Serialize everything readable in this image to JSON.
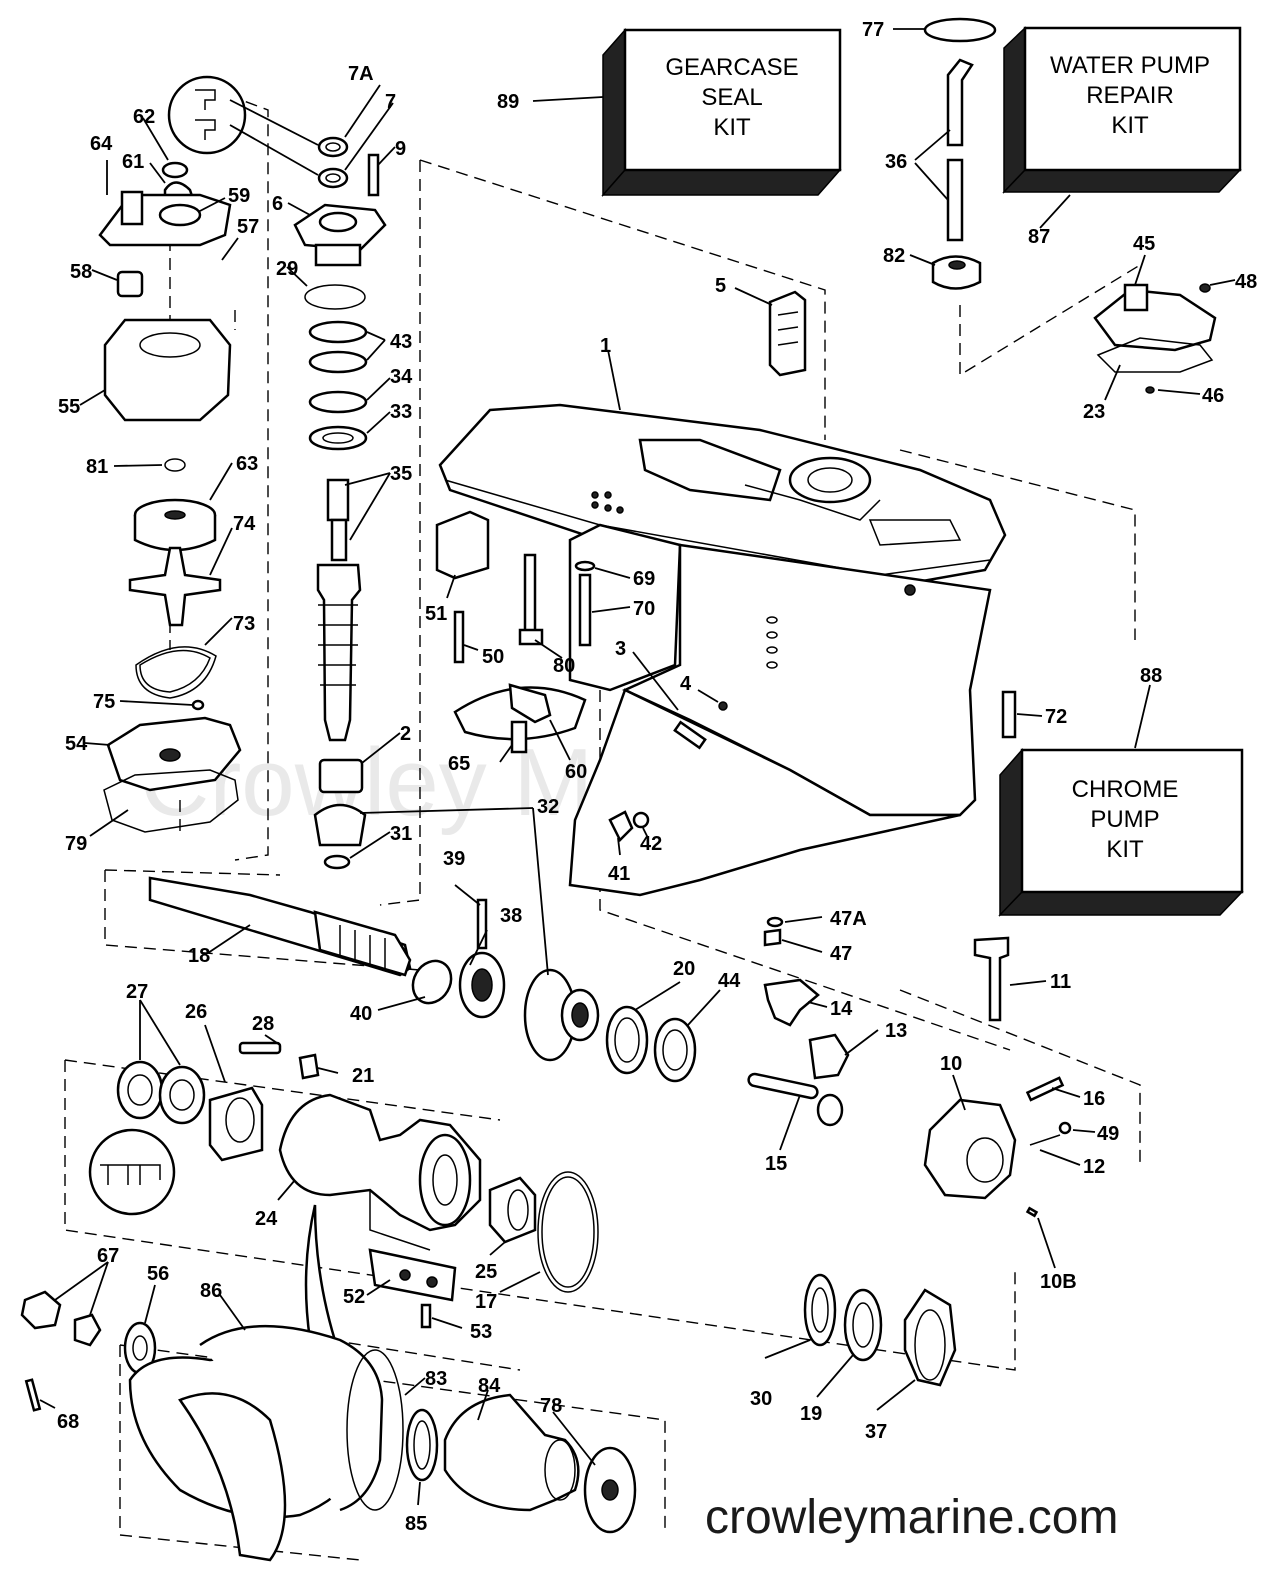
{
  "kits": {
    "gearcase": [
      "GEARCASE",
      "SEAL",
      "KIT"
    ],
    "waterpump": [
      "WATER PUMP",
      "REPAIR",
      "KIT"
    ],
    "chrome": [
      "CHROME",
      "PUMP",
      "KIT"
    ]
  },
  "watermark": "Crowley Marine",
  "site": "crowleymarine.com",
  "labels": {
    "l1": "1",
    "l2": "2",
    "l3": "3",
    "l4": "4",
    "l5": "5",
    "l6": "6",
    "l7": "7",
    "l7a": "7A",
    "l9": "9",
    "l10": "10",
    "l10b": "10B",
    "l11": "11",
    "l12": "12",
    "l13": "13",
    "l14": "14",
    "l15": "15",
    "l16": "16",
    "l17": "17",
    "l18": "18",
    "l19": "19",
    "l20": "20",
    "l21": "21",
    "l23": "23",
    "l24": "24",
    "l25": "25",
    "l26": "26",
    "l27": "27",
    "l28": "28",
    "l29": "29",
    "l30": "30",
    "l31": "31",
    "l32": "32",
    "l33": "33",
    "l34": "34",
    "l35": "35",
    "l36": "36",
    "l37": "37",
    "l38": "38",
    "l39": "39",
    "l40": "40",
    "l41": "41",
    "l42": "42",
    "l43": "43",
    "l44": "44",
    "l45": "45",
    "l46": "46",
    "l47": "47",
    "l47a": "47A",
    "l48": "48",
    "l49": "49",
    "l50": "50",
    "l51": "51",
    "l52": "52",
    "l53": "53",
    "l54": "54",
    "l55": "55",
    "l56": "56",
    "l57": "57",
    "l58": "58",
    "l59": "59",
    "l60": "60",
    "l61": "61",
    "l62": "62",
    "l63": "63",
    "l64": "64",
    "l65": "65",
    "l67": "67",
    "l68": "68",
    "l69": "69",
    "l70": "70",
    "l72": "72",
    "l73": "73",
    "l74": "74",
    "l75": "75",
    "l77": "77",
    "l78": "78",
    "l79": "79",
    "l80": "80",
    "l81": "81",
    "l82": "82",
    "l83": "83",
    "l84": "84",
    "l85": "85",
    "l86": "86",
    "l87": "87",
    "l88": "88",
    "l89": "89"
  }
}
